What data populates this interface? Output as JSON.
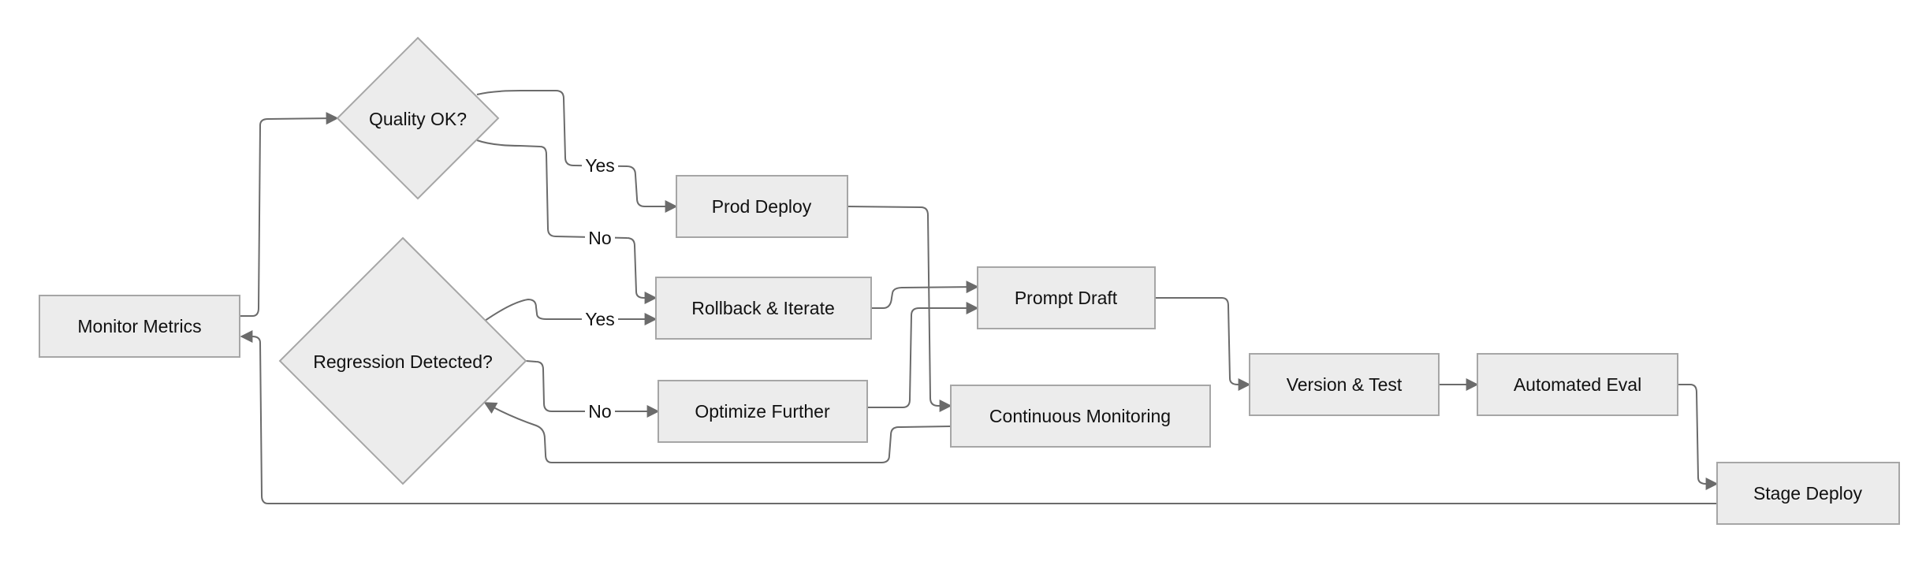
{
  "diagram": {
    "type": "flowchart",
    "direction": "left-to-right",
    "nodes": [
      {
        "id": "monitor",
        "label": "Monitor Metrics",
        "shape": "rect"
      },
      {
        "id": "quality",
        "label": "Quality OK?",
        "shape": "diamond"
      },
      {
        "id": "regression",
        "label": "Regression Detected?",
        "shape": "diamond"
      },
      {
        "id": "prod",
        "label": "Prod Deploy",
        "shape": "rect"
      },
      {
        "id": "rollback",
        "label": "Rollback & Iterate",
        "shape": "rect"
      },
      {
        "id": "optimize",
        "label": "Optimize Further",
        "shape": "rect"
      },
      {
        "id": "prompt",
        "label": "Prompt Draft",
        "shape": "rect"
      },
      {
        "id": "continuous",
        "label": "Continuous Monitoring",
        "shape": "rect"
      },
      {
        "id": "version",
        "label": "Version & Test",
        "shape": "rect"
      },
      {
        "id": "autoeval",
        "label": "Automated Eval",
        "shape": "rect"
      },
      {
        "id": "stage",
        "label": "Stage Deploy",
        "shape": "rect"
      }
    ],
    "edges": [
      {
        "from": "prompt",
        "to": "version",
        "label": ""
      },
      {
        "from": "version",
        "to": "autoeval",
        "label": ""
      },
      {
        "from": "autoeval",
        "to": "stage",
        "label": ""
      },
      {
        "from": "stage",
        "to": "monitor",
        "label": ""
      },
      {
        "from": "monitor",
        "to": "quality",
        "label": ""
      },
      {
        "from": "quality",
        "to": "prod",
        "label": "Yes"
      },
      {
        "from": "quality",
        "to": "rollback",
        "label": "No"
      },
      {
        "from": "rollback",
        "to": "prompt",
        "label": ""
      },
      {
        "from": "prod",
        "to": "continuous",
        "label": ""
      },
      {
        "from": "continuous",
        "to": "regression",
        "label": ""
      },
      {
        "from": "regression",
        "to": "rollback",
        "label": "Yes"
      },
      {
        "from": "regression",
        "to": "optimize",
        "label": "No"
      },
      {
        "from": "optimize",
        "to": "prompt",
        "label": ""
      }
    ],
    "colors": {
      "node_fill": "#ececec",
      "node_stroke": "#a6a6a6",
      "edge": "#6b6b6b",
      "text": "#111111"
    }
  }
}
